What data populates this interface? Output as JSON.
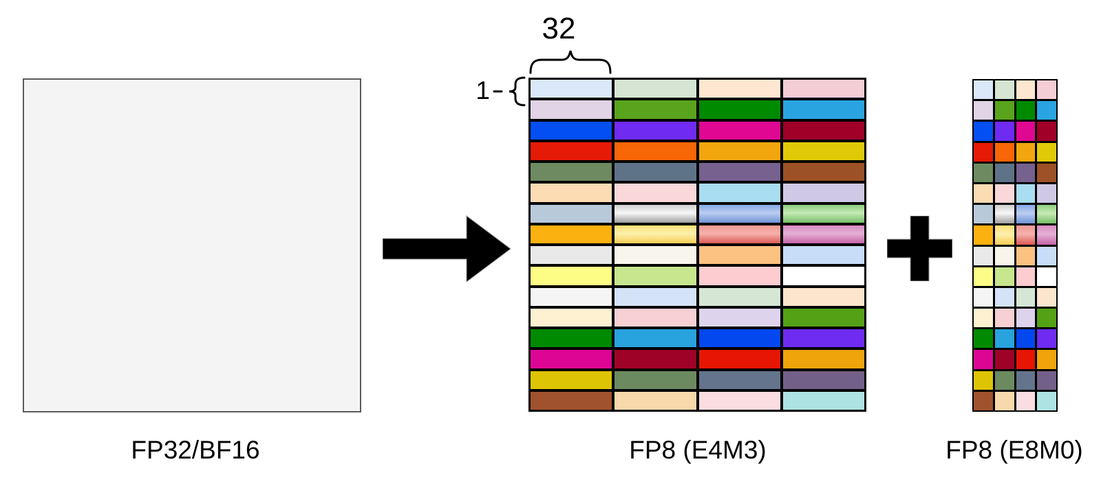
{
  "source_block": {
    "label": "FP32/BF16",
    "fill": "#f4f4f4",
    "border_color": "#5b5b5b"
  },
  "annotations": {
    "block_width": "32",
    "block_height": "1"
  },
  "e4m3": {
    "label": "FP8 (E4M3)",
    "rows": 16,
    "cols": 4
  },
  "e8m0": {
    "label": "FP8 (E8M0)",
    "rows": 16,
    "cols": 4
  },
  "icons": {
    "arrow_color": "#000000",
    "plus_color": "#000000",
    "brace_color": "#000000"
  },
  "grid": {
    "gridline_color": "#000000",
    "cells": [
      [
        "#dbe8fa",
        "#d6e5d3",
        "#fde7d0",
        "#f5cdd5"
      ],
      [
        "#e0d4e6",
        "#59a41c",
        "#008a00",
        "#29a4e1"
      ],
      [
        "#034ff2",
        "#6f2bf2",
        "#e00793",
        "#a00028"
      ],
      [
        "#e51a07",
        "#f76607",
        "#f2a60e",
        "#e0ca08"
      ],
      [
        "#6d8a61",
        "#5f7388",
        "#76618f",
        "#9d5126"
      ],
      [
        "#fbdcb3",
        "#fad8da",
        "#a9ddf1",
        "#cfc9e5"
      ],
      [
        "#b8c9d9",
        [
          "#cfcfcf",
          "#f7f7f7",
          "#9f9f9f"
        ],
        [
          "#84a9e6",
          "#bccdf1",
          "#6f94d7"
        ],
        [
          "#8cce7e",
          "#c6eab6",
          "#77bd68"
        ]
      ],
      [
        "#fbb110",
        [
          "#fade75",
          "#fdf0ad",
          "#f6cd55"
        ],
        [
          "#ef9793",
          "#f6b2ad",
          "#dd5a57"
        ],
        [
          "#d78cc2",
          "#e6b0d5",
          "#c465a7"
        ]
      ],
      [
        "#e9e9e9",
        "#f7f5ec",
        "#fbc281",
        "#c8ddf8"
      ],
      [
        "#fdfd86",
        "#c8e68d",
        "#fcccd1",
        "#ffffff"
      ],
      [
        "#f5f5f5",
        "#d5e3f8",
        "#d6e6d4",
        "#fde5cd"
      ],
      [
        "#fdf1d1",
        "#f6d0d3",
        "#ded3ec",
        "#54a116"
      ],
      [
        "#008a02",
        "#28a3de",
        "#0347ef",
        "#6e2cf2"
      ],
      [
        "#dd0694",
        "#9e0227",
        "#e71504",
        "#f0a40c"
      ],
      [
        "#ddc404",
        "#6b8a60",
        "#64748c",
        "#736088"
      ],
      [
        "#a0522d",
        "#f8d9ac",
        "#fadde0",
        "#aee3e3"
      ]
    ]
  }
}
